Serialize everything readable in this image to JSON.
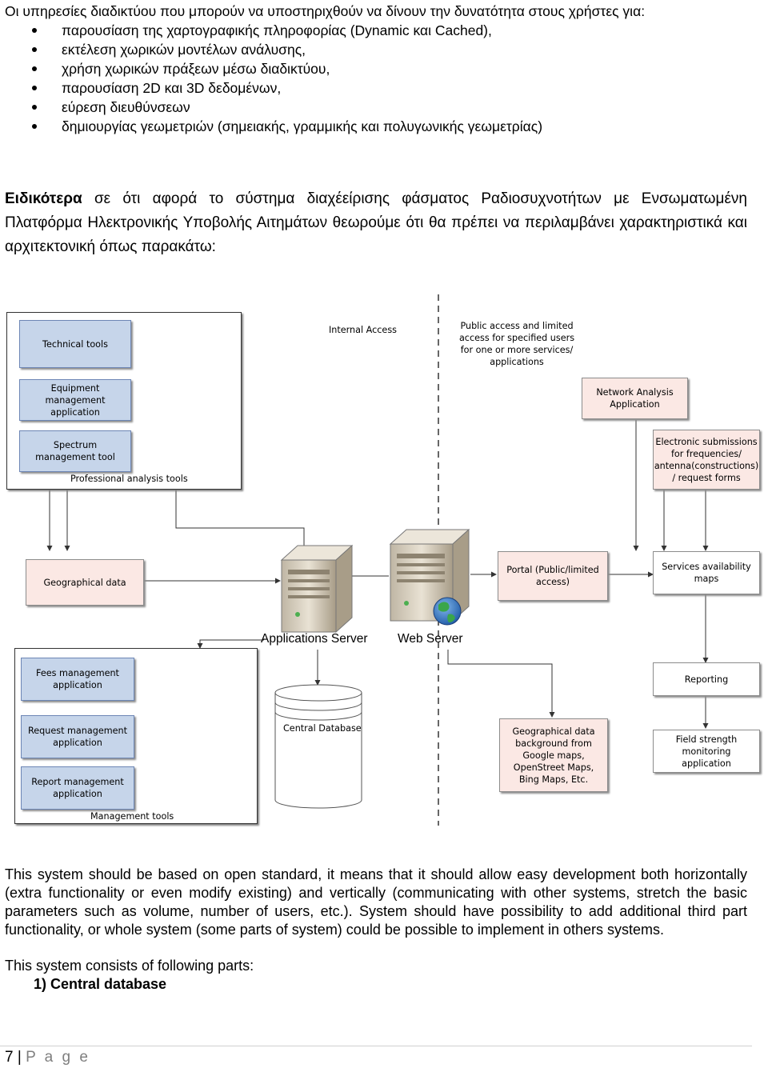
{
  "intro": "Οι υπηρεσίες διαδικτύου που μπορούν να υποστηριχθούν να δίνουν την δυνατότητα στους χρήστες για:",
  "bullets": [
    "παρουσίαση της χαρτογραφικής πληροφορίας (Dynamic και Cached),",
    "εκτέλεση χωρικών μοντέλων ανάλυσης,",
    "χρήση χωρικών πράξεων μέσω διαδικτύου,",
    "παρουσίαση 2D και 3D δεδομένων,",
    "εύρεση διευθύνσεων",
    "δημιουργίας γεωμετριών (σημειακής, γραμμικής και πολυγωνικής γεωμετρίας)"
  ],
  "para_bold": "Ειδικότερα",
  "para_rest": " σε ότι αφορά το σύστημα διαχέείρισης φάσματος Ραδιοσυχνοτήτων με Ενσωματωμένη Πλατφόρμα Ηλεκτρονικής Υποβολής Αιτημάτων θεωρούμε ότι θα πρέπει να περιλαμβάνει χαρακτηριστικά και αρχιτεκτονική όπως παρακάτω:",
  "diagram": {
    "technical_tools": "Technical tools",
    "equipment_mgmt": "Equipment management application",
    "spectrum_mgmt": "Spectrum management tool",
    "professional_tools": "Professional analysis tools",
    "internal_access": "Internal Access",
    "public_access": "Public access and limited access for specified users for one or more services/ applications",
    "network_analysis": "Network Analysis Application",
    "electronic_submissions": "Electronic submissions for frequencies/ antenna(constructions) / request forms",
    "geographical_data": "Geographical data",
    "portal": "Portal (Public/limited access)",
    "services_maps": "Services availability maps",
    "applications_server": "Applications Server",
    "web_server": "Web Server",
    "fees_mgmt": "Fees management application",
    "request_mgmt": "Request management application",
    "report_mgmt": "Report management application",
    "management_tools": "Management tools",
    "central_db": "Central Database",
    "reporting": "Reporting",
    "geo_background": "Geographical data background from Google maps, OpenStreet Maps, Bing Maps, Etc.",
    "field_strength": "Field strength monitoring application",
    "colors": {
      "blue_box": "#c6d5ea",
      "pink_box": "#fbe8e4",
      "server": "#d8d0c0"
    }
  },
  "para2": "This system should be based on open standard, it means that it should allow easy development both horizontally (extra functionality or even modify existing) and vertically (communicating with other systems, stretch the basic parameters such as volume, number of users, etc.). System should have possibility to add additional third part functionality, or whole system (some parts of system) could be possible to implement in others systems.",
  "para3": "This system consists of following parts:",
  "item1": "1)  Central database",
  "footer": {
    "page": "7",
    "sep": " | ",
    "label": "P a g e"
  }
}
